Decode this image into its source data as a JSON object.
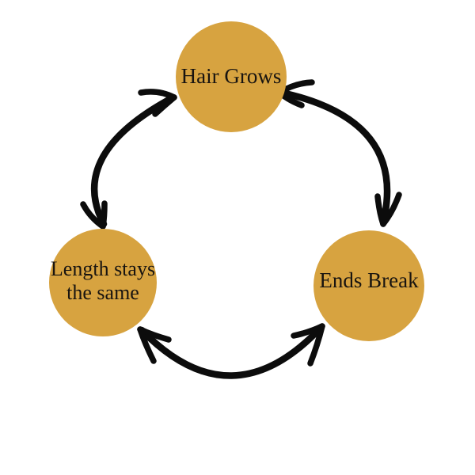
{
  "diagram": {
    "type": "cycle",
    "background_color": "#ffffff",
    "node_fill_color": "#D7A340",
    "arrow_color": "#0c0c0c",
    "text_color": "#181410",
    "nodes": [
      {
        "id": "hair-grows",
        "label": "Hair Grows"
      },
      {
        "id": "length-stays-the-same",
        "label": "Length stays the same",
        "label_lines": [
          "Length stays",
          "the same"
        ]
      },
      {
        "id": "ends-break",
        "label": "Ends Break"
      }
    ],
    "edges": [
      {
        "between": [
          "Hair Grows",
          "Length stays the same"
        ],
        "bidirectional": true,
        "style": "curved double-headed arrow"
      },
      {
        "between": [
          "Hair Grows",
          "Ends Break"
        ],
        "bidirectional": true,
        "style": "curved double-headed arrow"
      },
      {
        "between": [
          "Length stays the same",
          "Ends Break"
        ],
        "bidirectional": true,
        "style": "curved double-headed arrow"
      }
    ]
  }
}
